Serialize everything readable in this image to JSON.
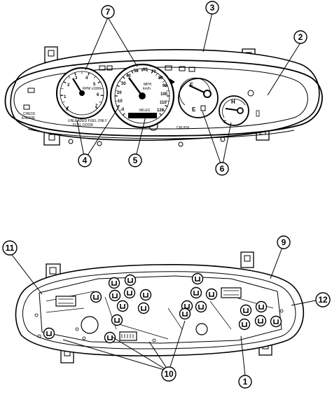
{
  "callouts": {
    "c1": "1",
    "c2": "2",
    "c3": "3",
    "c4": "4",
    "c5": "5",
    "c6": "6",
    "c7": "7",
    "c9": "9",
    "c10": "10",
    "c11": "11",
    "c12": "12"
  },
  "front_panel": {
    "tach_label": "RPM x1000",
    "tach_scale": [
      "0",
      "1",
      "2",
      "3",
      "4",
      "5",
      "6",
      "7"
    ],
    "unleaded_line1": "UNLEADED FUEL ONLY",
    "unleaded_line2": "FUEL DOOR",
    "check_line1": "CHECK",
    "check_line2": "ENGINE",
    "speedo_units": "MPH",
    "speedo_scale": [
      "0",
      "10",
      "20",
      "30",
      "40",
      "50",
      "60",
      "70",
      "80",
      "90",
      "100",
      "110",
      "120"
    ],
    "speedo_km": "km/h",
    "miles_label": "MILES",
    "cruise_label": "CRUISE",
    "fuel_full": "F",
    "fuel_empty": "E",
    "temp_hot": "H",
    "temp_cold": "C"
  }
}
